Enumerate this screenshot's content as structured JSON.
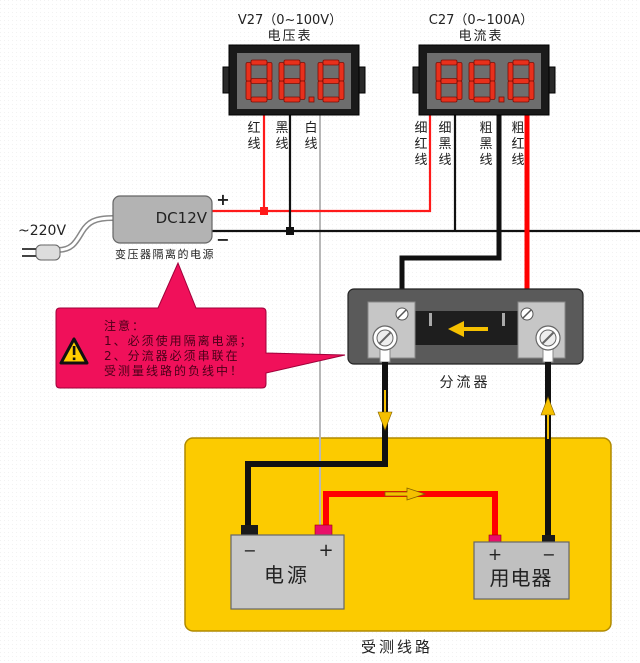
{
  "voltmeter": {
    "model": "V27（0~100V）",
    "name": "电压表",
    "display": "88.8",
    "wires": [
      "红线",
      "黑线",
      "白线"
    ]
  },
  "ammeter": {
    "model": "C27（0~100A）",
    "name": "电流表",
    "display": "88.8",
    "wires": [
      "细红线",
      "细黑线",
      "粗黑线",
      "粗红线"
    ]
  },
  "power_supply": {
    "label": "DC12V",
    "caption": "变压器隔离的电源",
    "input": "~220V",
    "plus": "+",
    "minus": "−"
  },
  "warning": {
    "title": "注意：",
    "lines": [
      "1、必须使用隔离电源；",
      "2、分流器必须串联在",
      "受测量线路的负线中！"
    ],
    "icon": "warning-triangle-icon"
  },
  "shunt": {
    "label": "分流器",
    "arrow": "left-arrow-icon"
  },
  "circuit": {
    "label": "受测线路",
    "source": {
      "label": "电源",
      "minus": "−",
      "plus": "+"
    },
    "load": {
      "label": "用电器",
      "plus": "+",
      "minus": "−"
    }
  },
  "colors": {
    "red_wire": "#ff0000",
    "black_wire": "#000000",
    "white_wire": "#b8b8b8",
    "circuit_bg": "#fccb00",
    "warning_bg": "#f0105a",
    "meter_body": "#1a1a1a",
    "meter_screen": "#6e6e6e",
    "digit": "#e8301c"
  }
}
